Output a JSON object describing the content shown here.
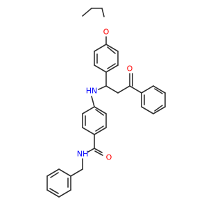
{
  "colors": {
    "bond": "#303030",
    "oxygen": "#ff0000",
    "nitrogen": "#0000ff",
    "background": "#ffffff"
  },
  "molecule": {
    "atom_labels": {
      "ether_oxygen": "O",
      "ketone_oxygen": "O",
      "amine_nh": "HN",
      "amide_oxygen": "O",
      "amide_nh": "NH"
    }
  }
}
